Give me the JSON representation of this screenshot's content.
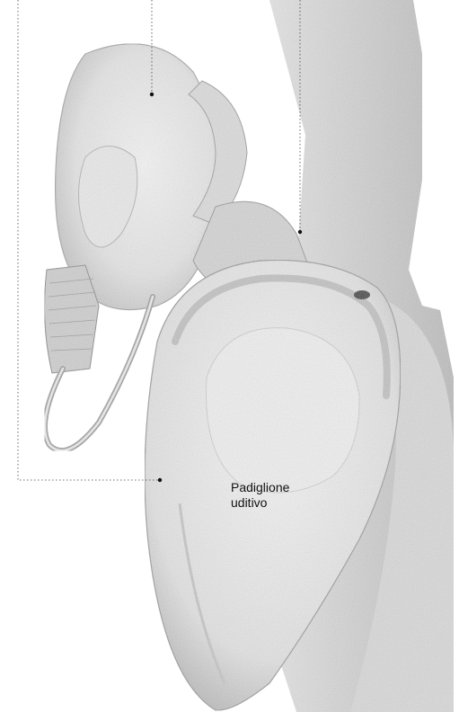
{
  "figure": {
    "label_lines": [
      "Padiglione",
      "uditivo"
    ]
  },
  "colors": {
    "paper": "#ffffff",
    "ink": "#111111",
    "leader_line": "#444444",
    "shade_light": "#efefef",
    "shade_mid": "#d2d2d2",
    "shade_dark": "#7a7a7a"
  },
  "icons": {
    "hearing-aid-illustration": "halftone drawing of a behind-the-ear hearing aid worn on an ear"
  }
}
